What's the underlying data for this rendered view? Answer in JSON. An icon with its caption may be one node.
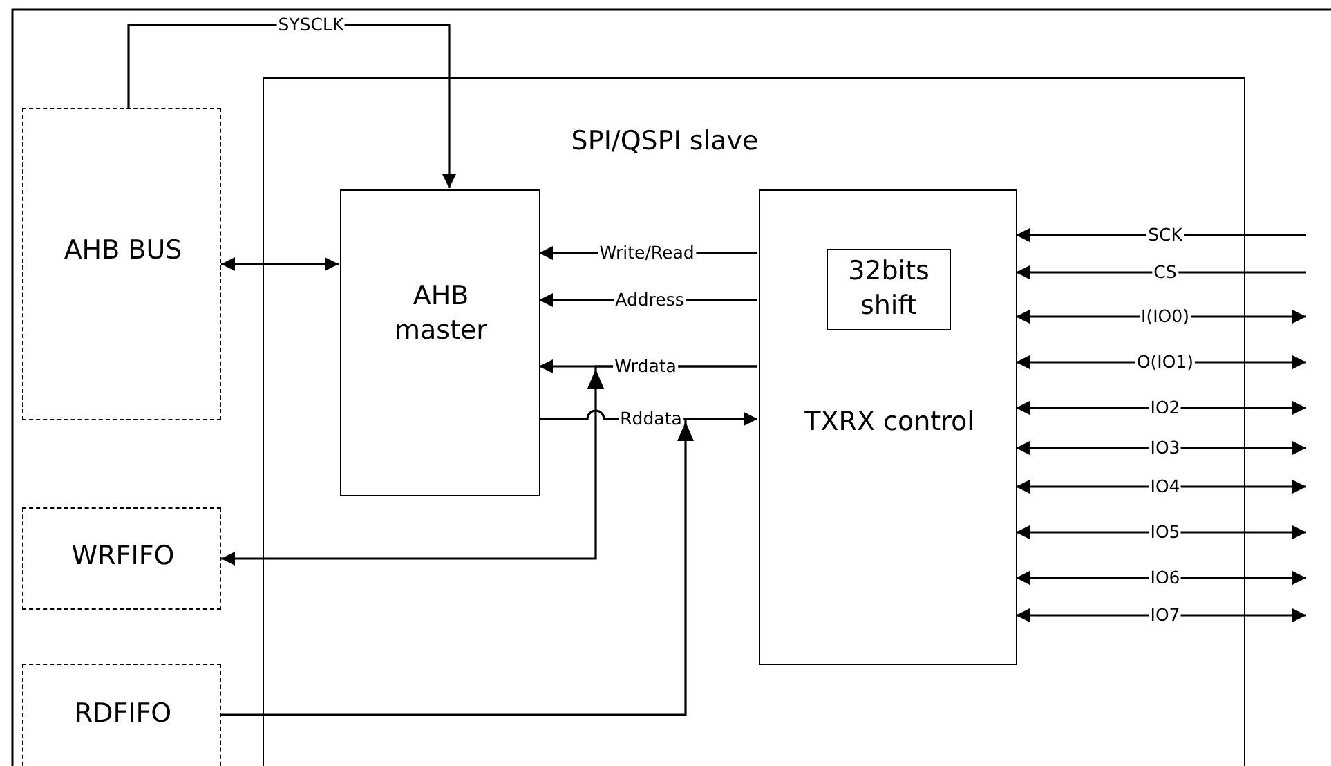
{
  "diagram": {
    "nodes": [
      {
        "text": [
          "AHB BUS"
        ]
      },
      {
        "text": [
          "SPI/QSPI slave"
        ]
      },
      {
        "text": [
          "AHB master"
        ],
        "in": 1
      },
      {
        "text": [
          "TXRX control"
        ],
        "in": 1
      },
      {
        "text": [
          "32bits shift"
        ],
        "in": 3
      },
      {
        "text": [
          "WRFIFO"
        ]
      },
      {
        "text": [
          "RDFIFO"
        ]
      }
    ],
    "edges": [
      {
        "from": 0,
        "to": 2,
        "arrow": "to",
        "label": "SYSCLK"
      },
      {
        "from": 0,
        "to": 2,
        "arrow": "both"
      },
      {
        "from": 3,
        "to": 2,
        "arrow": "to",
        "label": "Write/Read"
      },
      {
        "from": 3,
        "to": 2,
        "arrow": "to",
        "label": "Address"
      },
      {
        "from": 3,
        "to": 2,
        "arrow": "to",
        "label": "Wrdata"
      },
      {
        "from": 3,
        "to": 5,
        "arrow": "to"
      },
      {
        "from": 2,
        "to": 3,
        "arrow": "to",
        "label": "Rddata"
      },
      {
        "from": 6,
        "to": 3,
        "arrow": "to"
      },
      {
        "from": null,
        "to": 3,
        "arrow": "to",
        "label": "SCK"
      },
      {
        "from": null,
        "to": 3,
        "arrow": "to",
        "label": "CS"
      },
      {
        "from": 3,
        "to": null,
        "arrow": "both",
        "label": "I(IO0)"
      },
      {
        "from": 3,
        "to": null,
        "arrow": "both",
        "label": "O(IO1)"
      },
      {
        "from": 3,
        "to": null,
        "arrow": "both",
        "label": "IO2"
      },
      {
        "from": 3,
        "to": null,
        "arrow": "both",
        "label": "IO3"
      },
      {
        "from": 3,
        "to": null,
        "arrow": "both",
        "label": "IO4"
      },
      {
        "from": 3,
        "to": null,
        "arrow": "both",
        "label": "IO5"
      },
      {
        "from": 3,
        "to": null,
        "arrow": "both",
        "label": "IO6"
      },
      {
        "from": 3,
        "to": null,
        "arrow": "both",
        "label": "IO7"
      }
    ]
  }
}
